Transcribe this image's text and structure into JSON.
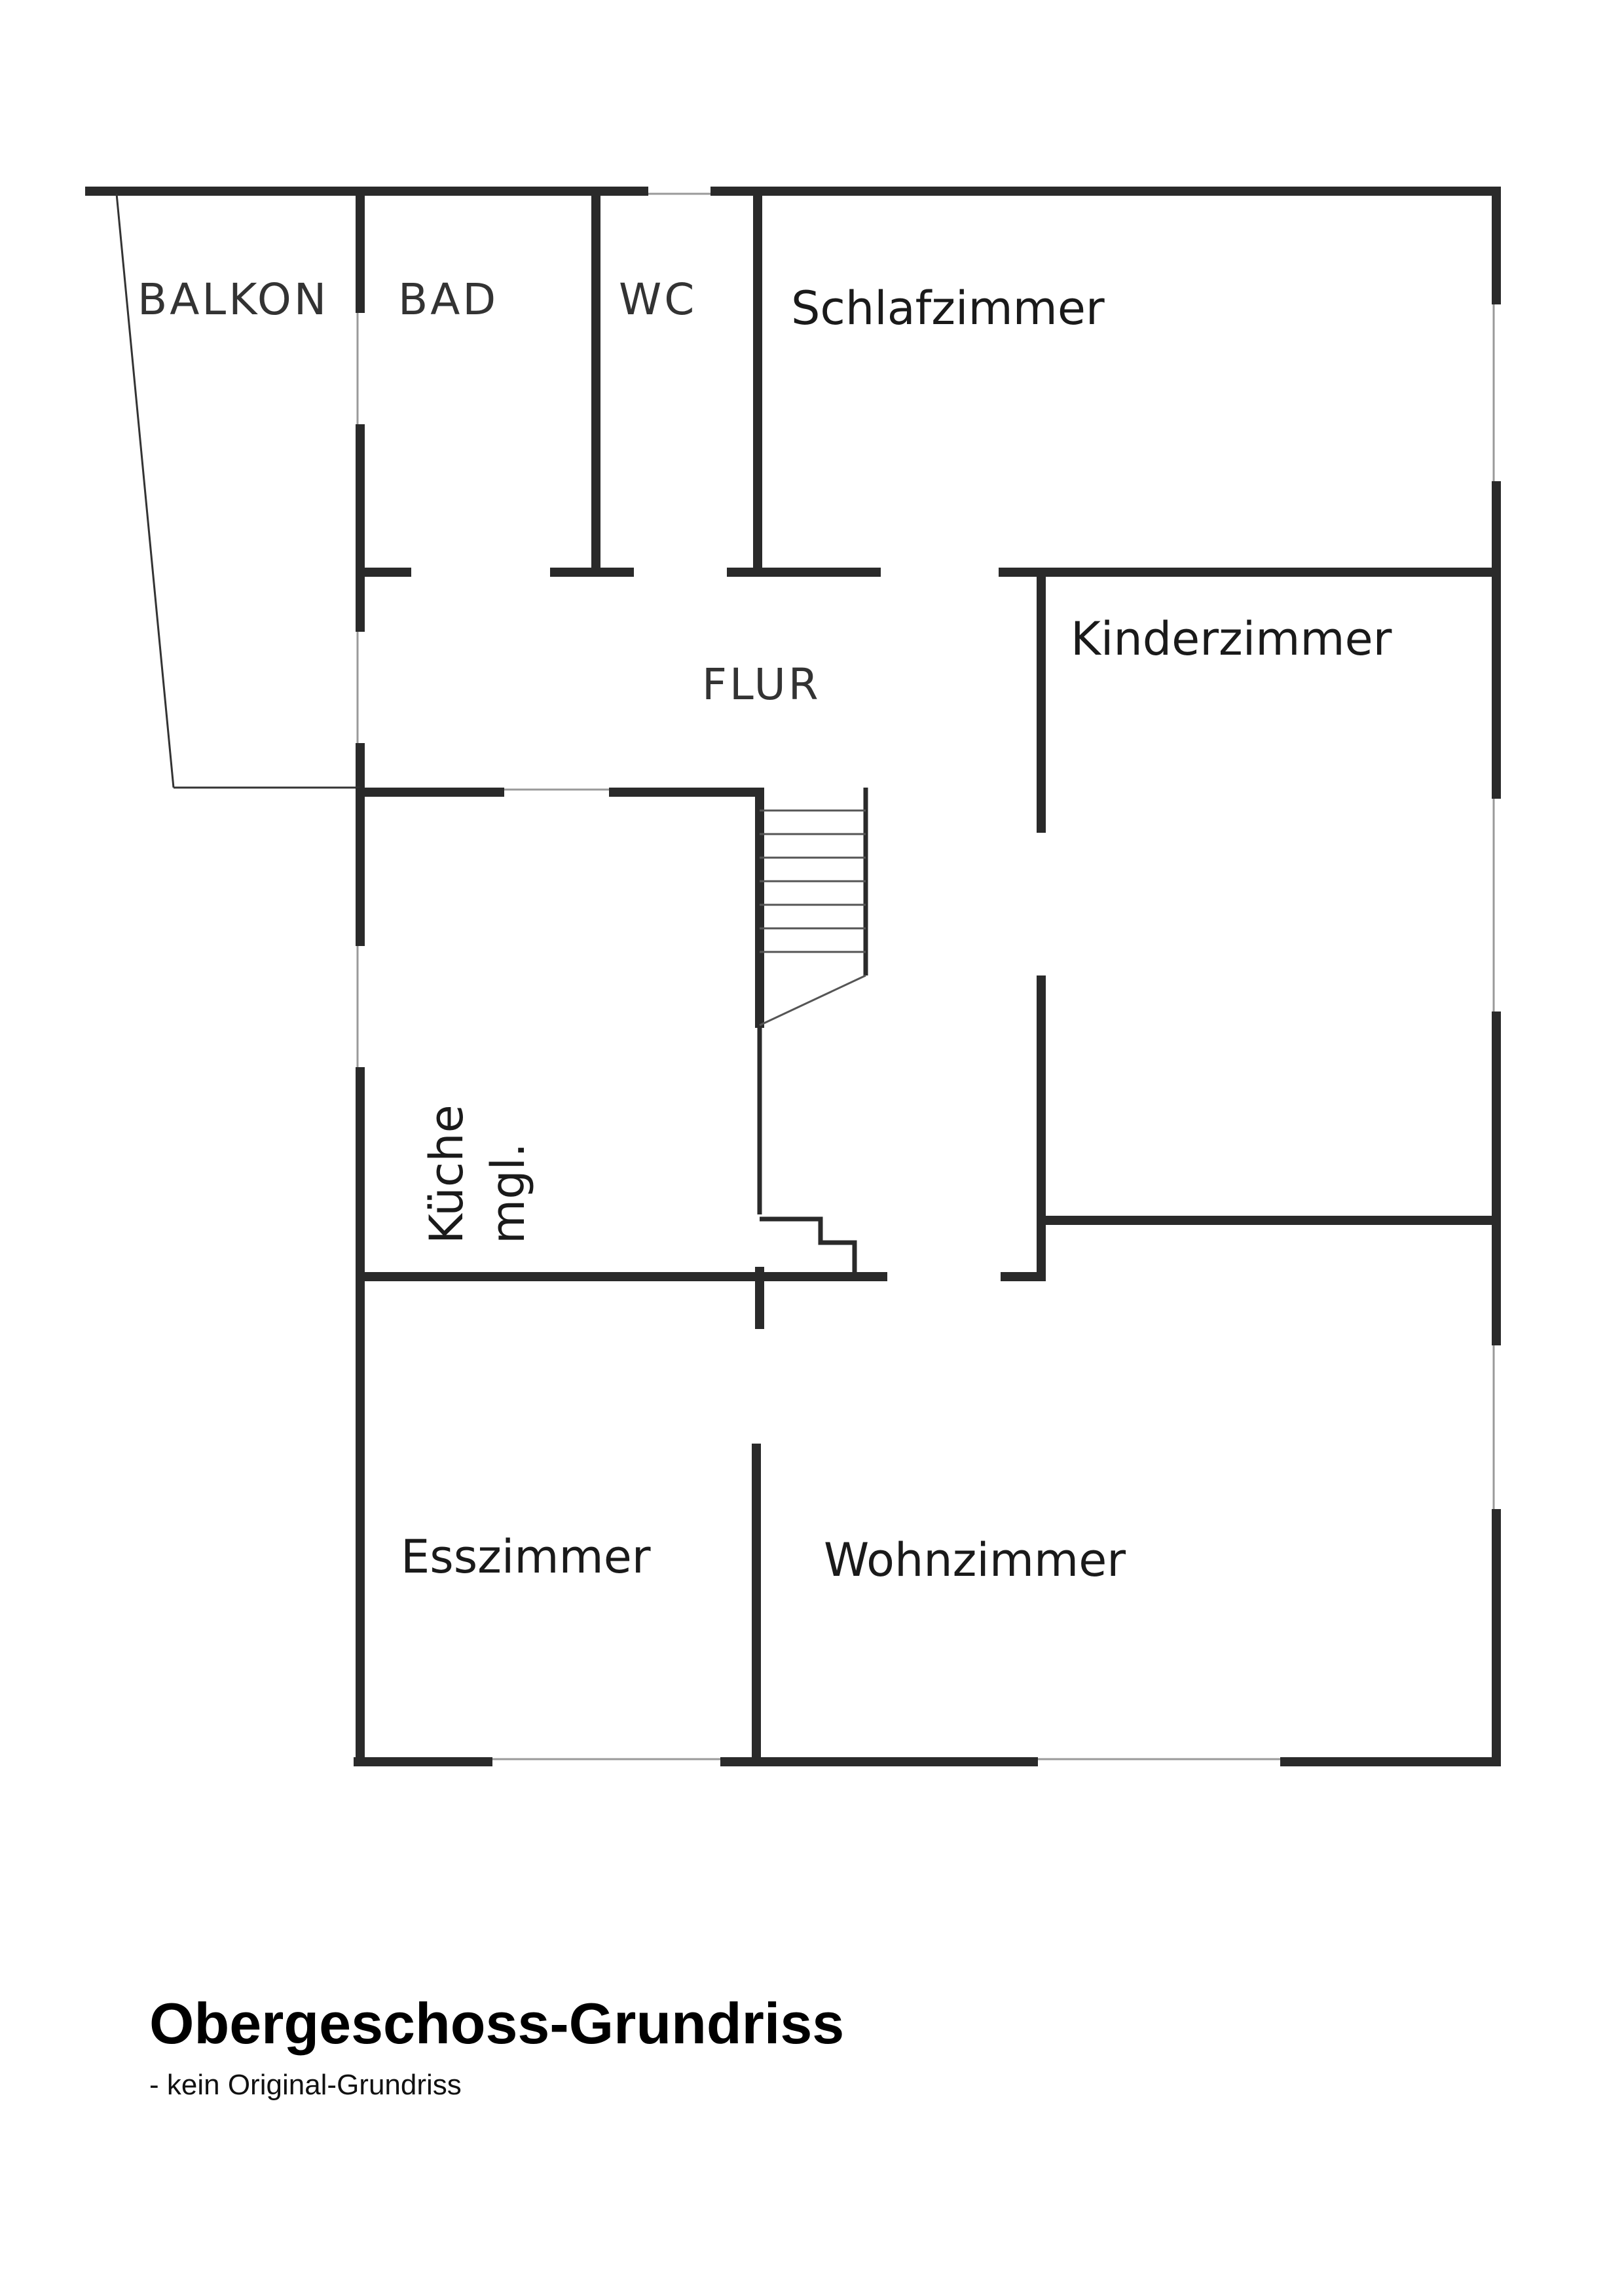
{
  "rooms": {
    "balkon": "BALKON",
    "bad": "BAD",
    "wc": "WC",
    "schlafzimmer": "Schlafzimmer",
    "flur": "FLUR",
    "kinderzimmer": "Kinderzimmer",
    "kueche_line1": "Küche",
    "kueche_line2": "mgl.",
    "esszimmer": "Esszimmer",
    "wohnzimmer": "Wohnzimmer"
  },
  "caption": {
    "title": "Obergeschoss-Grundriss",
    "subtitle": "- kein Original-Grundriss"
  }
}
